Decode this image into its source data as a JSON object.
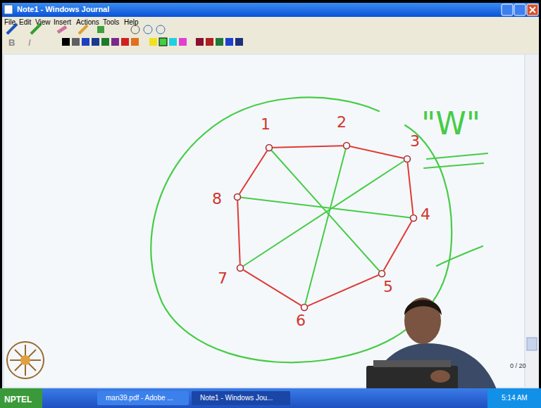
{
  "diagram": {
    "nodes": [
      {
        "text": [
          "1"
        ]
      },
      {
        "text": [
          "2"
        ]
      },
      {
        "text": [
          "3"
        ]
      },
      {
        "text": [
          "4"
        ]
      },
      {
        "text": [
          "5"
        ]
      },
      {
        "text": [
          "6"
        ]
      },
      {
        "text": [
          "7"
        ]
      },
      {
        "text": [
          "8"
        ]
      }
    ],
    "edges": [
      {
        "from": 0,
        "to": 1,
        "arrow": "none"
      },
      {
        "from": 1,
        "to": 2,
        "arrow": "none"
      },
      {
        "from": 2,
        "to": 3,
        "arrow": "none"
      },
      {
        "from": 3,
        "to": 4,
        "arrow": "none"
      },
      {
        "from": 4,
        "to": 5,
        "arrow": "none"
      },
      {
        "from": 5,
        "to": 6,
        "arrow": "none"
      },
      {
        "from": 6,
        "to": 7,
        "arrow": "none"
      },
      {
        "from": 7,
        "to": 0,
        "arrow": "none"
      },
      {
        "from": 0,
        "to": 4,
        "arrow": "none"
      },
      {
        "from": 1,
        "to": 5,
        "arrow": "none"
      },
      {
        "from": 2,
        "to": 6,
        "arrow": "none"
      },
      {
        "from": 3,
        "to": 7,
        "arrow": "none"
      }
    ],
    "labels": [
      "Note1 - Windows Journal",
      "File",
      "Edit",
      "View",
      "Insert",
      "Actions",
      "Tools",
      "Help",
      "B",
      "I",
      "\"W\"",
      "0 / 20",
      "NPTEL",
      "man39.pdf - Adobe ...",
      "Note1 - Windows Jou...",
      "5:14 AM"
    ]
  }
}
